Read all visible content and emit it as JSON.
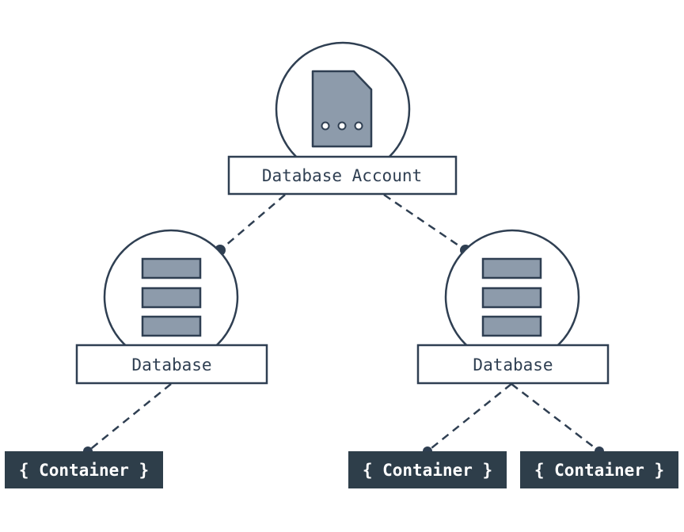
{
  "colors": {
    "stroke": "#2f3f52",
    "icon_fill": "#8d9bab",
    "container_fill": "#2e3e4a",
    "container_text": "#ffffff",
    "background": "#ffffff"
  },
  "nodes": {
    "account": {
      "label": "Database Account",
      "icon": "document-icon"
    },
    "database_left": {
      "label": "Database",
      "icon": "database-stack-icon"
    },
    "database_right": {
      "label": "Database",
      "icon": "database-stack-icon"
    },
    "containers": [
      {
        "label": "{ Container }"
      },
      {
        "label": "{ Container }"
      },
      {
        "label": "{ Container }"
      }
    ]
  }
}
